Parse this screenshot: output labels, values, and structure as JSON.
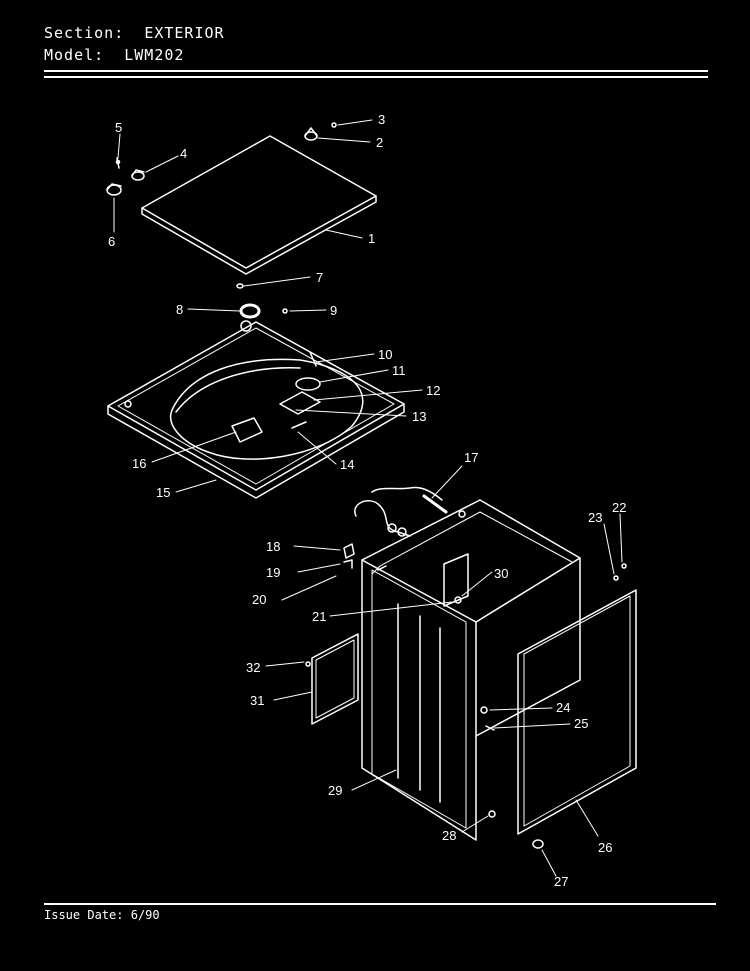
{
  "header": {
    "section_label": "Section:",
    "section_value": "EXTERIOR",
    "model_label": "Model:",
    "model_value": "LWM202"
  },
  "footer": {
    "issue_label": "Issue Date:",
    "issue_value": "6/90"
  },
  "callouts": [
    "1",
    "2",
    "3",
    "4",
    "5",
    "6",
    "7",
    "8",
    "9",
    "10",
    "11",
    "12",
    "13",
    "14",
    "15",
    "16",
    "17",
    "18",
    "19",
    "20",
    "21",
    "22",
    "23",
    "24",
    "25",
    "26",
    "27",
    "28",
    "29",
    "30",
    "31",
    "32"
  ]
}
